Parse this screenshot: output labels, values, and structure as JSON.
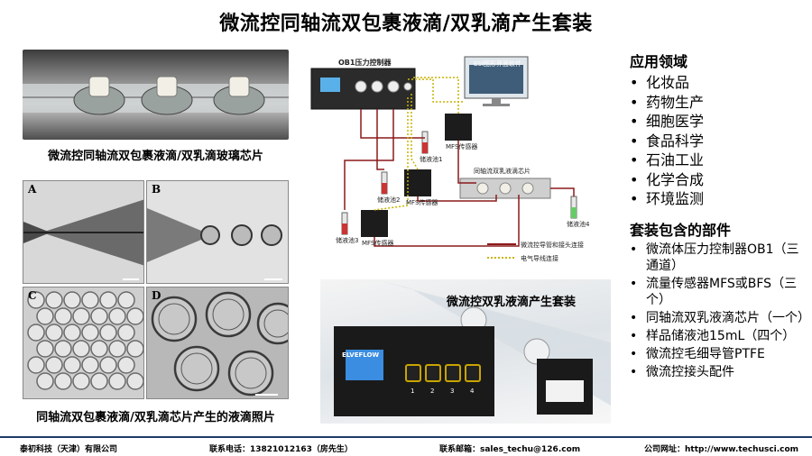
{
  "title": "微流控同轴流双包裹液滴/双乳滴产生套装",
  "left": {
    "chip_caption": "微流控同轴流双包裹液滴/双乳滴玻璃芯片",
    "micro_labels": [
      "A",
      "B",
      "C",
      "D"
    ],
    "micro_caption": "同轴流双包裹液滴/双乳滴芯片产生的液滴照片"
  },
  "diagram": {
    "controller_label": "OB1压力控制器",
    "software_label": "ESI图形界面软件",
    "sensor_labels": [
      "MFS传感器",
      "MFS传感器",
      "MFS传感器"
    ],
    "reservoir_labels": [
      "储液池1",
      "储液池2",
      "储液池3",
      "储液池4"
    ],
    "chip_label": "同轴流双乳液滴芯片",
    "legend": [
      {
        "label": "微流控导管和接头连接",
        "color": "#8b1a1a",
        "style": "solid"
      },
      {
        "label": "电气导线连接",
        "color": "#c9b400",
        "style": "dotted"
      }
    ]
  },
  "product": {
    "title": "微流控双乳液滴产生套装",
    "brand": "ELVEFLOW",
    "port_numbers": [
      "1",
      "2",
      "3",
      "4"
    ]
  },
  "applications": {
    "heading": "应用领域",
    "items": [
      "化妆品",
      "药物生产",
      "细胞医学",
      "食品科学",
      "石油工业",
      "化学合成",
      "环境监测"
    ]
  },
  "kit_parts": {
    "heading": "套装包含的部件",
    "items": [
      "微流体压力控制器OB1（三通道）",
      "流量传感器MFS或BFS（三个）",
      "同轴流双乳液滴芯片（一个）",
      "样品储液池15mL（四个）",
      "微流控毛细导管PTFE",
      "微流控接头配件"
    ]
  },
  "footer": {
    "company": "泰初科技（天津）有限公司",
    "phone": "联系电话：13821012163（房先生）",
    "email": "联系邮箱：sales_techu@126.com",
    "website": "公司网址：http://www.techusci.com"
  }
}
